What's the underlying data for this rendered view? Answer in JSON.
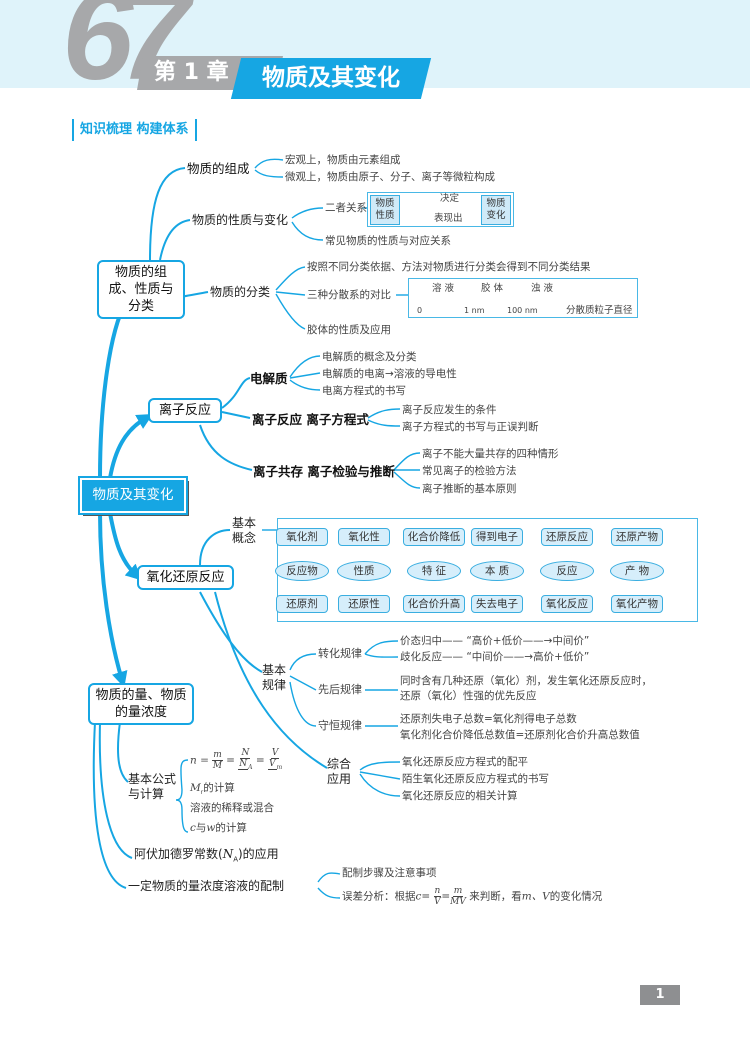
{
  "header": {
    "chapter_number": "67",
    "chapter_label": "第 1 章",
    "chapter_title": "物质及其变化",
    "section_label": "知识梳理  构建体系"
  },
  "root": "物质及其变化",
  "branch1": {
    "title": "物质的组成、性质与分类",
    "composition": {
      "label": "物质的组成",
      "items": [
        "宏观上，物质由元素组成",
        "微观上，物质由原子、分子、离子等微粒构成"
      ]
    },
    "property": {
      "label": "物质的性质与变化",
      "relation": "二者关系",
      "box_left": "物质性质",
      "box_right": "物质变化",
      "arrow_top": "决定",
      "arrow_bottom": "表现出",
      "common": "常见物质的性质与对应关系"
    },
    "classification": {
      "label": "物质的分类",
      "items": [
        "按照不同分类依据、方法对物质进行分类会得到不同分类结果",
        "三种分散系的对比",
        "胶体的性质及应用"
      ],
      "dispersion": {
        "segments": [
          "溶 液",
          "胶 体",
          "浊 液"
        ],
        "ticks": [
          "0",
          "1 nm",
          "100 nm"
        ],
        "axis_label": "分散质粒子直径"
      }
    }
  },
  "branch2": {
    "title": "离子反应",
    "electrolyte": {
      "label": "电解质",
      "items": [
        "电解质的概念及分类",
        "电解质的电离→溶液的导电性",
        "电离方程式的书写"
      ]
    },
    "equation": {
      "label": "离子反应 离子方程式",
      "items": [
        "离子反应发生的条件",
        "离子方程式的书写与正误判断"
      ]
    },
    "coexist": {
      "label": "离子共存 离子检验与推断",
      "items": [
        "离子不能大量共存的四种情形",
        "常见离子的检验方法",
        "离子推断的基本原则"
      ]
    }
  },
  "branch3": {
    "title": "氧化还原反应",
    "concept": {
      "label": "基本概念",
      "top": [
        "氧化剂",
        "氧化性",
        "化合价降低",
        "得到电子",
        "还原反应",
        "还原产物"
      ],
      "middle": [
        "反应物",
        "性质",
        "特 征",
        "本 质",
        "反应",
        "产 物"
      ],
      "bottom": [
        "还原剂",
        "还原性",
        "化合价升高",
        "失去电子",
        "氧化反应",
        "氧化产物"
      ]
    },
    "law": {
      "label": "基本规律",
      "conversion": {
        "label": "转化规律",
        "items": [
          "价态归中——  “高价+低价——→中间价”",
          "歧化反应——  “中间价——→高价+低价”"
        ]
      },
      "order": {
        "label": "先后规律",
        "items": [
          "同时含有几种还原（氧化）剂，发生氧化还原反应时，",
          "还原（氧化）性强的优先反应"
        ]
      },
      "conservation": {
        "label": "守恒规律",
        "items": [
          "还原剂失电子总数=氧化剂得电子总数",
          "氧化剂化合价降低总数值=还原剂化合价升高总数值"
        ]
      }
    },
    "application": {
      "label": "综合应用",
      "items": [
        "氧化还原反应方程式的配平",
        "陌生氧化还原反应方程式的书写",
        "氧化还原反应的相关计算"
      ]
    }
  },
  "branch4": {
    "title": "物质的量、物质的量浓度",
    "formula": {
      "label": "基本公式与计算",
      "eq": {
        "n": "n =",
        "m": "m",
        "M": "M",
        "N": "N",
        "NA": "N",
        "NA_sub": "A",
        "V": "V",
        "Vm": "V",
        "Vm_sub": "m",
        "eqs": "="
      },
      "items": {
        "mbar": "M",
        "mbar_sub": "r",
        "mbar_text": "的计算",
        "dilute": "溶液的稀释或混合",
        "cw_c": "c",
        "cw_mid": "与",
        "cw_w": "w",
        "cw_text": "的计算"
      }
    },
    "avogadro": {
      "pre": "阿伏加德罗常数(",
      "N": "N",
      "sub": "A",
      "post": ")的应用"
    },
    "prep": {
      "label": "一定物质的量浓度溶液的配制",
      "steps": "配制步骤及注意事项",
      "error_pre": "误差分析：根据",
      "c": "c",
      "n": "n",
      "V": "V",
      "m": "m",
      "MV": "MV",
      "error_post": "来判断，看",
      "error_mv": "m、V",
      "error_end": "的变化情况"
    }
  },
  "page_number": "1",
  "colors": {
    "accent": "#16a6e3",
    "grey": "#a7a8aa",
    "band": "#dff3fa"
  }
}
